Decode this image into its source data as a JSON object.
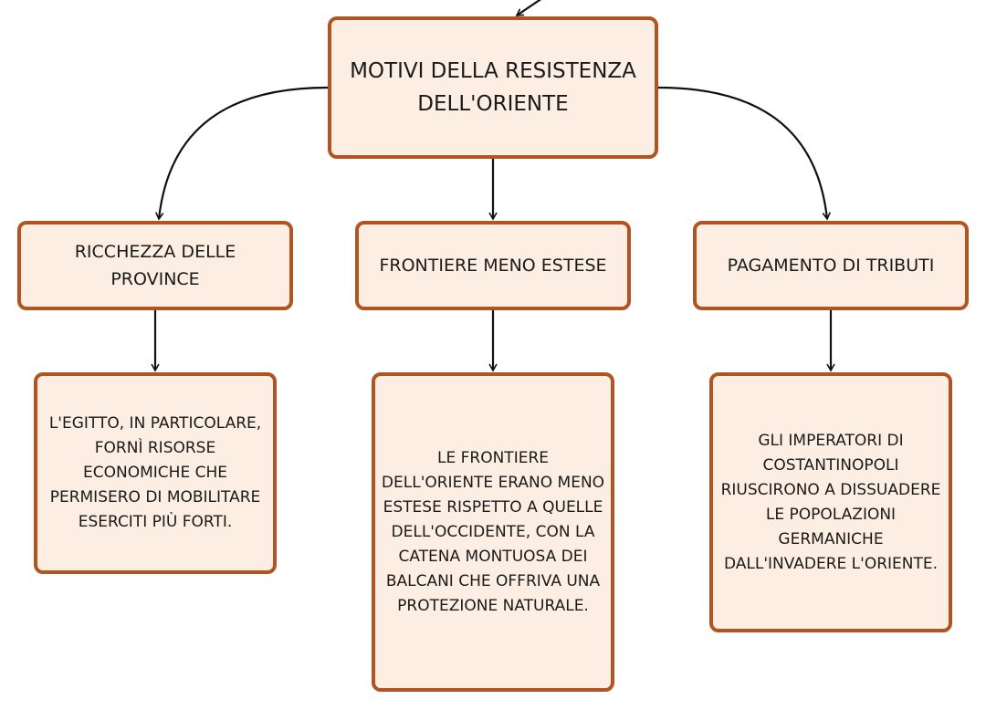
{
  "colors": {
    "box_fill": "#fdeee3",
    "box_border": "#b15422",
    "connector": "#111111",
    "text": "#1a1a1a"
  },
  "root": {
    "text": "MOTIVI DELLA RESISTENZA DELL'ORIENTE"
  },
  "branches": [
    {
      "title": "RICCHEZZA DELLE PROVINCE",
      "detail": "L'EGITTO, IN PARTICOLARE, FORNÌ RISORSE ECONOMICHE CHE PERMISERO DI MOBILITARE ESERCITI PIÙ FORTI."
    },
    {
      "title": "FRONTIERE MENO ESTESE",
      "detail": "LE FRONTIERE DELL'ORIENTE ERANO MENO ESTESE RISPETTO A QUELLE DELL'OCCIDENTE, CON LA CATENA MONTUOSA DEI BALCANI CHE OFFRIVA UNA PROTEZIONE NATURALE."
    },
    {
      "title": "PAGAMENTO DI TRIBUTI",
      "detail": "GLI IMPERATORI DI COSTANTINOPOLI RIUSCIRONO A DISSUADERE LE POPOLAZIONI GERMANICHE DALL'INVADERE L'ORIENTE."
    }
  ]
}
